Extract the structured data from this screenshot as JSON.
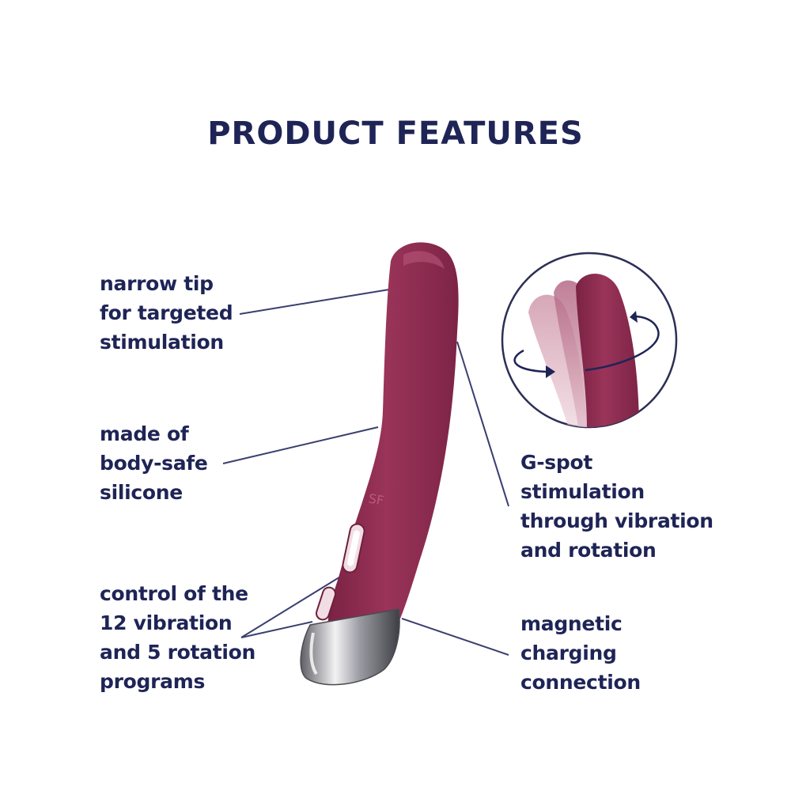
{
  "title": "PRODUCT FEATURES",
  "colors": {
    "heading_text": "#1f2456",
    "leader_line": "#3a3f70",
    "product_body": "#8e2c4f",
    "product_tip_highlight": "#a64565",
    "magnetic_cap": "#c9c9cf"
  },
  "features": {
    "narrow_tip": [
      "narrow tip",
      "for targeted",
      "stimulation"
    ],
    "material": [
      "made of",
      "body-safe",
      "silicone"
    ],
    "controls": [
      "control of the",
      "12 vibration",
      "and 5 rotation",
      "programs"
    ],
    "gspot": [
      "G-spot",
      "stimulation",
      "through vibration",
      "and rotation"
    ],
    "charging": [
      "magnetic",
      "charging",
      "connection"
    ]
  },
  "product": {
    "logo_text": "SF",
    "inset_icon": "rotation-arrows-icon"
  }
}
